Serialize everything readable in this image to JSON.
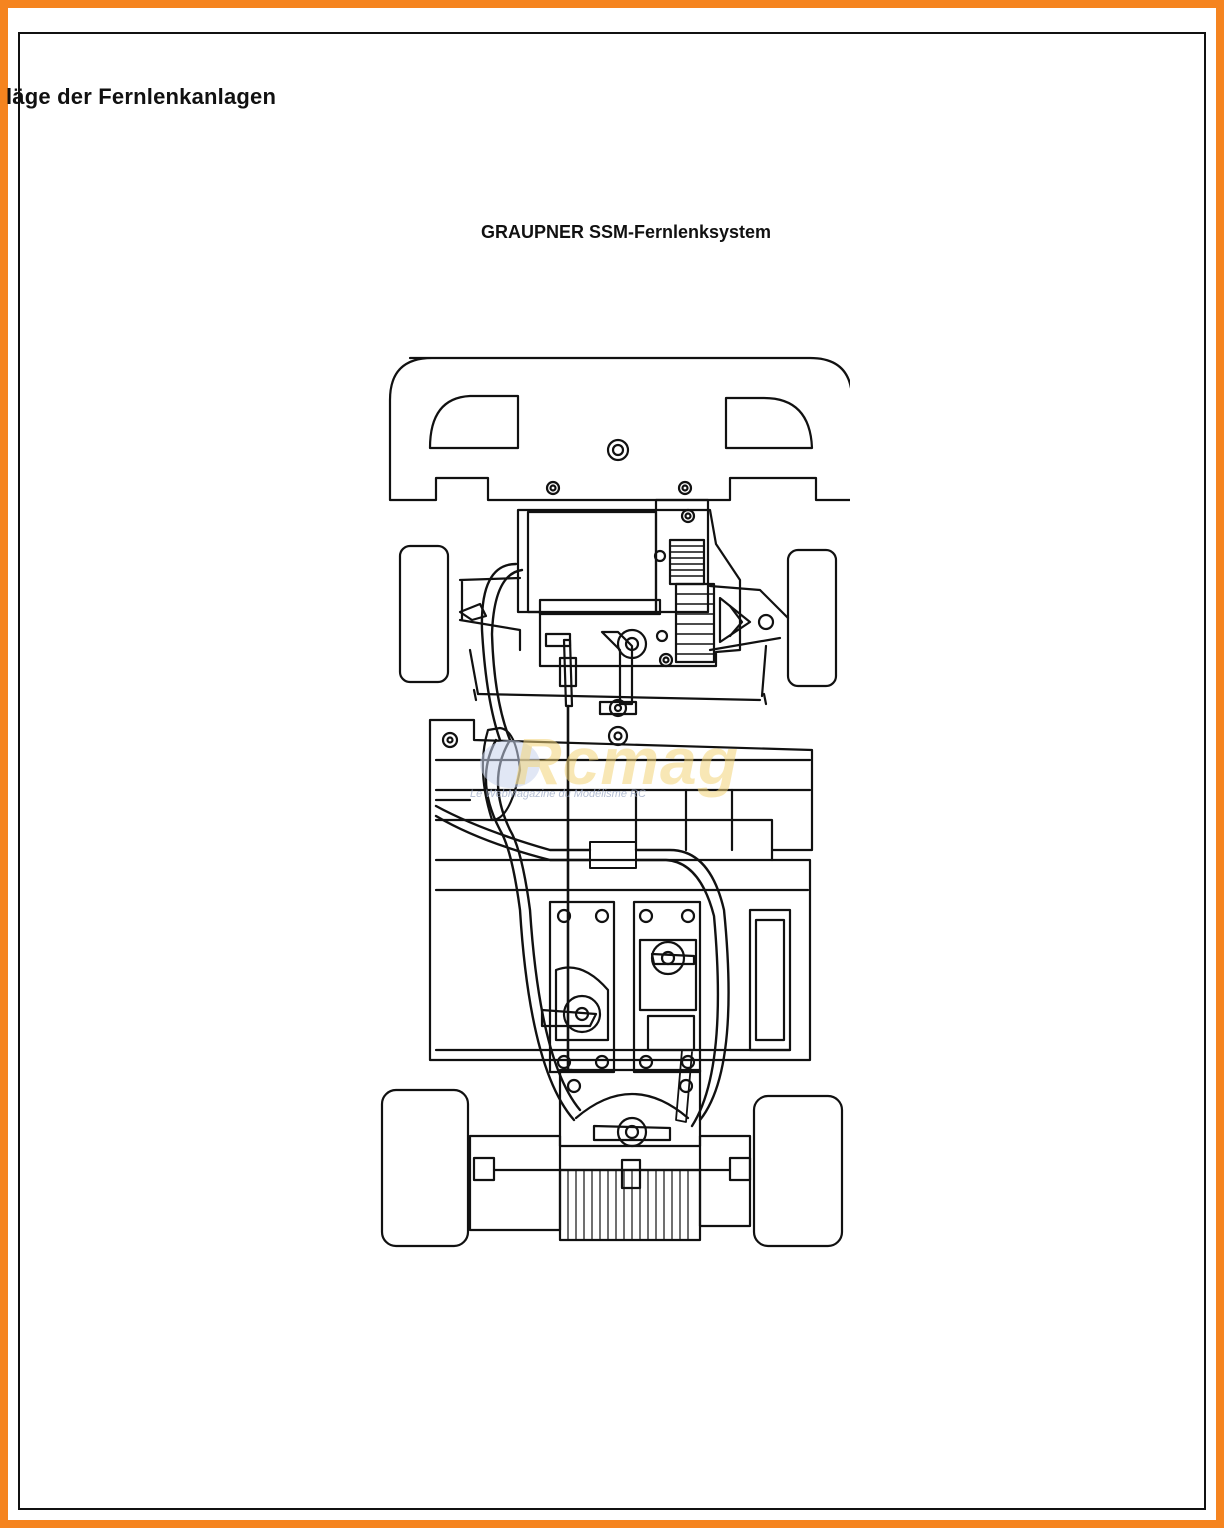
{
  "page": {
    "header": "läge der Fernlenkanlagen",
    "diagram_title": "GRAUPNER SSM-Fernlenksystem"
  },
  "watermark": {
    "word": "Rcmag",
    "tagline": "Le WebMagazine du Modélisme RC"
  },
  "colors": {
    "frame": "#f5841f",
    "ink": "#111111",
    "paper": "#ffffff",
    "watermark_gold": "#f3d57a",
    "watermark_blue": "#9aa7c4"
  }
}
